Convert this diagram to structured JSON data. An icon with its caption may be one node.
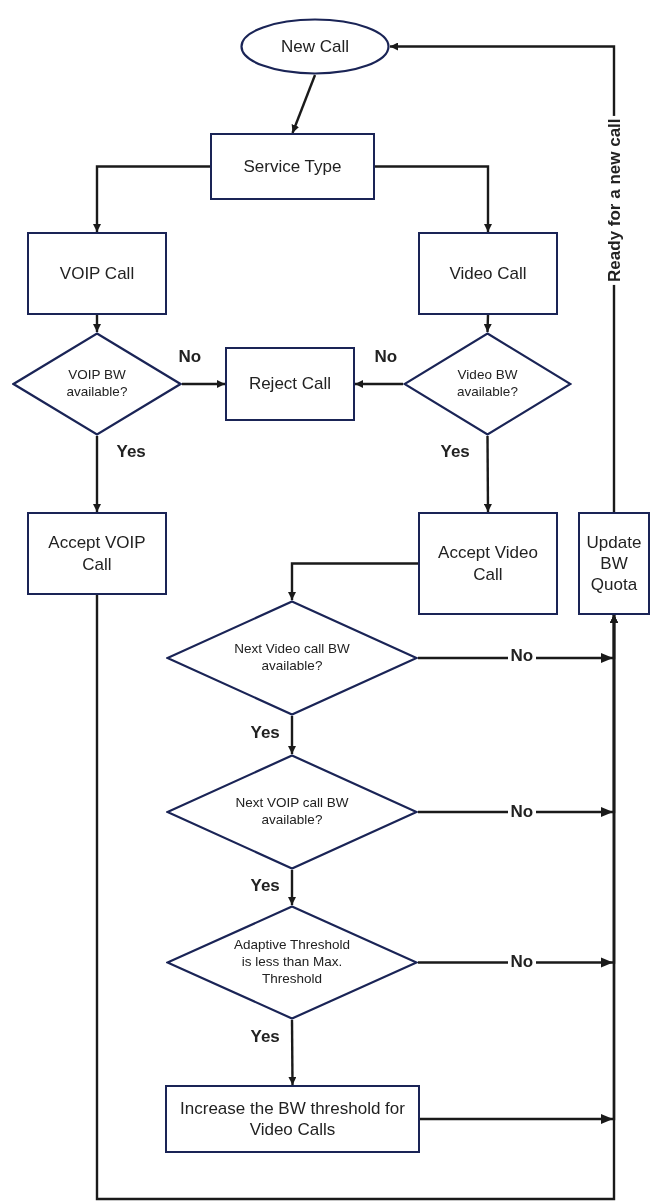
{
  "diagram": {
    "nodes": [
      {
        "text": [
          "New Call"
        ]
      },
      {
        "text": [
          "Service Type"
        ]
      },
      {
        "text": [
          "VOIP Call"
        ]
      },
      {
        "text": [
          "Video Call"
        ]
      },
      {
        "text": [
          "VOIP BW available?"
        ]
      },
      {
        "text": [
          "Reject Call"
        ]
      },
      {
        "text": [
          "Video BW available?"
        ]
      },
      {
        "text": [
          "Accept VOIP Call"
        ]
      },
      {
        "text": [
          "Accept Video Call"
        ]
      },
      {
        "text": [
          "Update BW Quota"
        ]
      },
      {
        "text": [
          "Next Video call BW available?"
        ]
      },
      {
        "text": [
          "Next VOIP call BW available?"
        ]
      },
      {
        "text": [
          "Adaptive Threshold is less than Max. Threshold"
        ]
      },
      {
        "text": [
          "Increase the BW threshold for Video Calls"
        ]
      }
    ],
    "edges": [
      {
        "from": 0,
        "to": 1,
        "arrow": "to"
      },
      {
        "from": 1,
        "to": 2,
        "arrow": "to"
      },
      {
        "from": 1,
        "to": 3,
        "arrow": "to"
      },
      {
        "from": 2,
        "to": 4,
        "arrow": "to"
      },
      {
        "from": 3,
        "to": 6,
        "arrow": "to"
      },
      {
        "from": 4,
        "to": 5,
        "arrow": "to",
        "label": "No"
      },
      {
        "from": 6,
        "to": 5,
        "arrow": "to",
        "label": "No"
      },
      {
        "from": 4,
        "to": 7,
        "arrow": "to",
        "label": "Yes"
      },
      {
        "from": 6,
        "to": 8,
        "arrow": "to",
        "label": "Yes"
      },
      {
        "from": 8,
        "to": 10,
        "arrow": "to"
      },
      {
        "from": 10,
        "to": 11,
        "arrow": "to",
        "label": "Yes"
      },
      {
        "from": 11,
        "to": 12,
        "arrow": "to",
        "label": "Yes"
      },
      {
        "from": 12,
        "to": 13,
        "arrow": "to",
        "label": "Yes"
      },
      {
        "from": 10,
        "to": 9,
        "arrow": "to",
        "label": "No"
      },
      {
        "from": 11,
        "to": 9,
        "arrow": "to",
        "label": "No"
      },
      {
        "from": 12,
        "to": 9,
        "arrow": "to",
        "label": "No"
      },
      {
        "from": 13,
        "to": 9,
        "arrow": "to"
      },
      {
        "from": 7,
        "to": 9,
        "arrow": "to"
      },
      {
        "from": 9,
        "to": 0,
        "arrow": "to",
        "label": "Ready for a new call"
      }
    ]
  }
}
